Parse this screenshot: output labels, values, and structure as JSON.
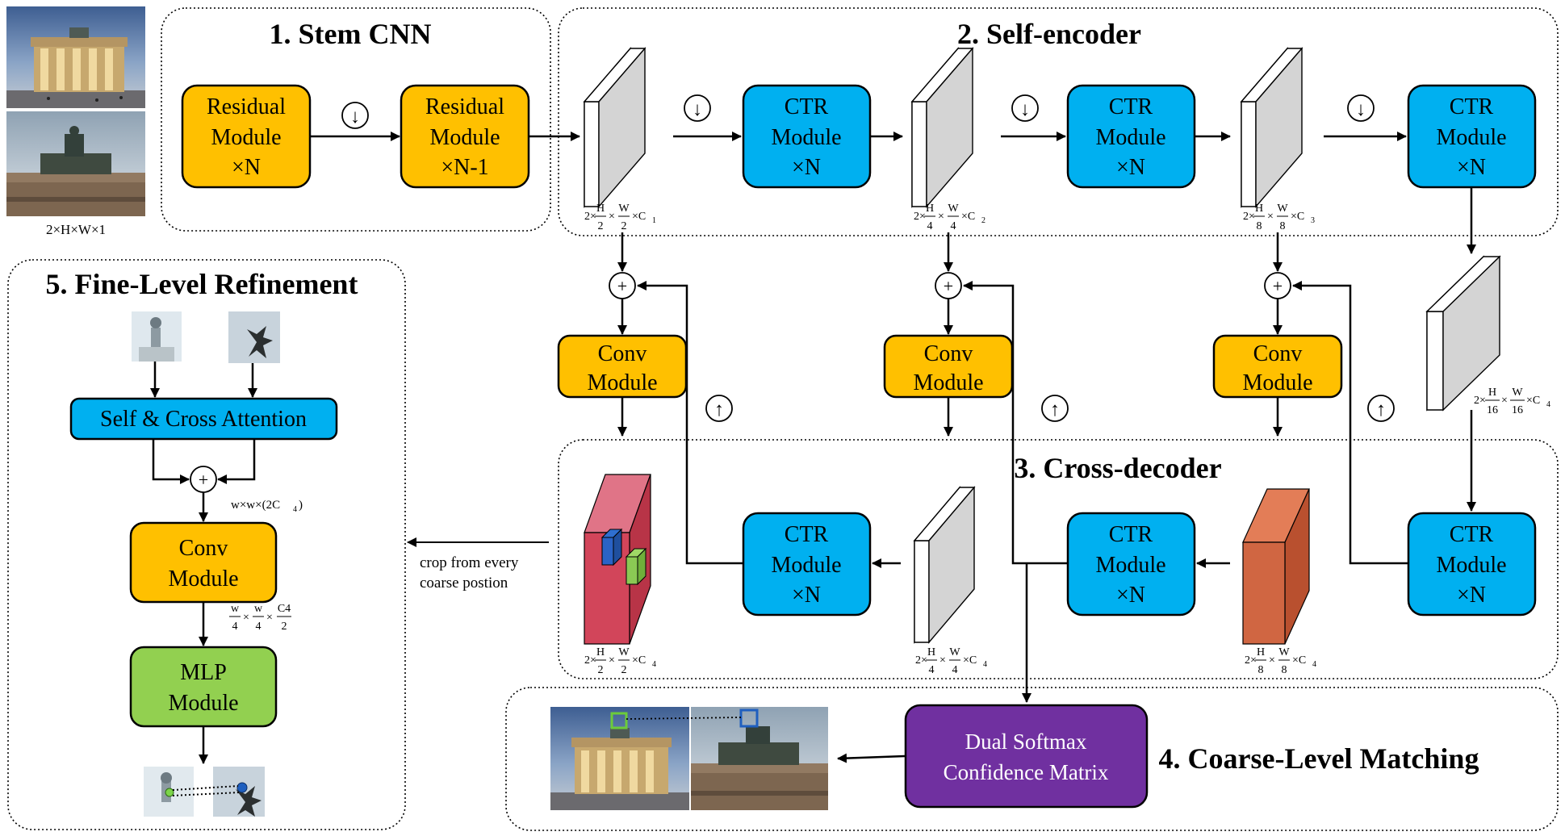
{
  "sections": {
    "stem": "1. Stem CNN",
    "encoder": "2. Self-encoder",
    "decoder": "3. Cross-decoder",
    "matching": "4. Coarse-Level Matching",
    "refine": "5. Fine-Level Refinement"
  },
  "modules": {
    "residual_1": [
      "Residual",
      "Module",
      "×N"
    ],
    "residual_2": [
      "Residual",
      "Module",
      "×N-1"
    ],
    "ctr_enc_1": [
      "CTR",
      "Module",
      "×N"
    ],
    "ctr_enc_2": [
      "CTR",
      "Module",
      "×N"
    ],
    "ctr_enc_3": [
      "CTR",
      "Module",
      "×N"
    ],
    "conv_1": [
      "Conv",
      "Module"
    ],
    "conv_2": [
      "Conv",
      "Module"
    ],
    "conv_3": [
      "Conv",
      "Module"
    ],
    "ctr_dec_1": [
      "CTR",
      "Module",
      "×N"
    ],
    "ctr_dec_2": [
      "CTR",
      "Module",
      "×N"
    ],
    "ctr_dec_3": [
      "CTR",
      "Module",
      "×N"
    ],
    "dual_softmax": [
      "Dual Softmax",
      "Confidence Matrix"
    ],
    "attention": [
      "Self & Cross Attention"
    ],
    "conv_refine": [
      "Conv",
      "Module"
    ],
    "mlp": [
      "MLP",
      "Module"
    ]
  },
  "symbols": {
    "down": "↓",
    "up": "↑",
    "plus": "+"
  },
  "dims": {
    "input": "2×H×W×1",
    "enc_1": {
      "pre": "2×",
      "f1": [
        "H",
        "2"
      ],
      "mid": "×",
      "f2": [
        "W",
        "2"
      ],
      "post": "×C",
      "sub": "1"
    },
    "enc_2": {
      "pre": "2×",
      "f1": [
        "H",
        "4"
      ],
      "mid": "×",
      "f2": [
        "W",
        "4"
      ],
      "post": "×C",
      "sub": "2"
    },
    "enc_3": {
      "pre": "2×",
      "f1": [
        "H",
        "8"
      ],
      "mid": "×",
      "f2": [
        "W",
        "8"
      ],
      "post": "×C",
      "sub": "3"
    },
    "enc_4": {
      "pre": "2×",
      "f1": [
        "H",
        "16"
      ],
      "mid": "×",
      "f2": [
        "W",
        "16"
      ],
      "post": "×C",
      "sub": "4"
    },
    "dec_1": {
      "pre": "2×",
      "f1": [
        "H",
        "2"
      ],
      "mid": "×",
      "f2": [
        "W",
        "2"
      ],
      "post": "×C",
      "sub": "4"
    },
    "dec_2": {
      "pre": "2×",
      "f1": [
        "H",
        "4"
      ],
      "mid": "×",
      "f2": [
        "W",
        "4"
      ],
      "post": "×C",
      "sub": "4"
    },
    "dec_3": {
      "pre": "2×",
      "f1": [
        "H",
        "8"
      ],
      "mid": "×",
      "f2": [
        "W",
        "8"
      ],
      "post": "×C",
      "sub": "4"
    },
    "fine_concat": {
      "text": "w×w×(2C",
      "sub": "4",
      "end": ")"
    },
    "fine_conv": {
      "f1": [
        "w",
        "4"
      ],
      "mid1": "×",
      "f2": [
        "w",
        "4"
      ],
      "mid2": "×",
      "f3": [
        "C4",
        "2"
      ]
    }
  },
  "crop_label": [
    "crop from every",
    "coarse postion"
  ],
  "colors": {
    "residual": "#FFC000",
    "ctr": "#00B0F0",
    "conv": "#FFC000",
    "mlp": "#92D050",
    "dual_softmax": "#7030A0",
    "feature_gray": "#d4d4d4",
    "feature_red": "#d2455a",
    "feature_orange": "#d06642"
  }
}
